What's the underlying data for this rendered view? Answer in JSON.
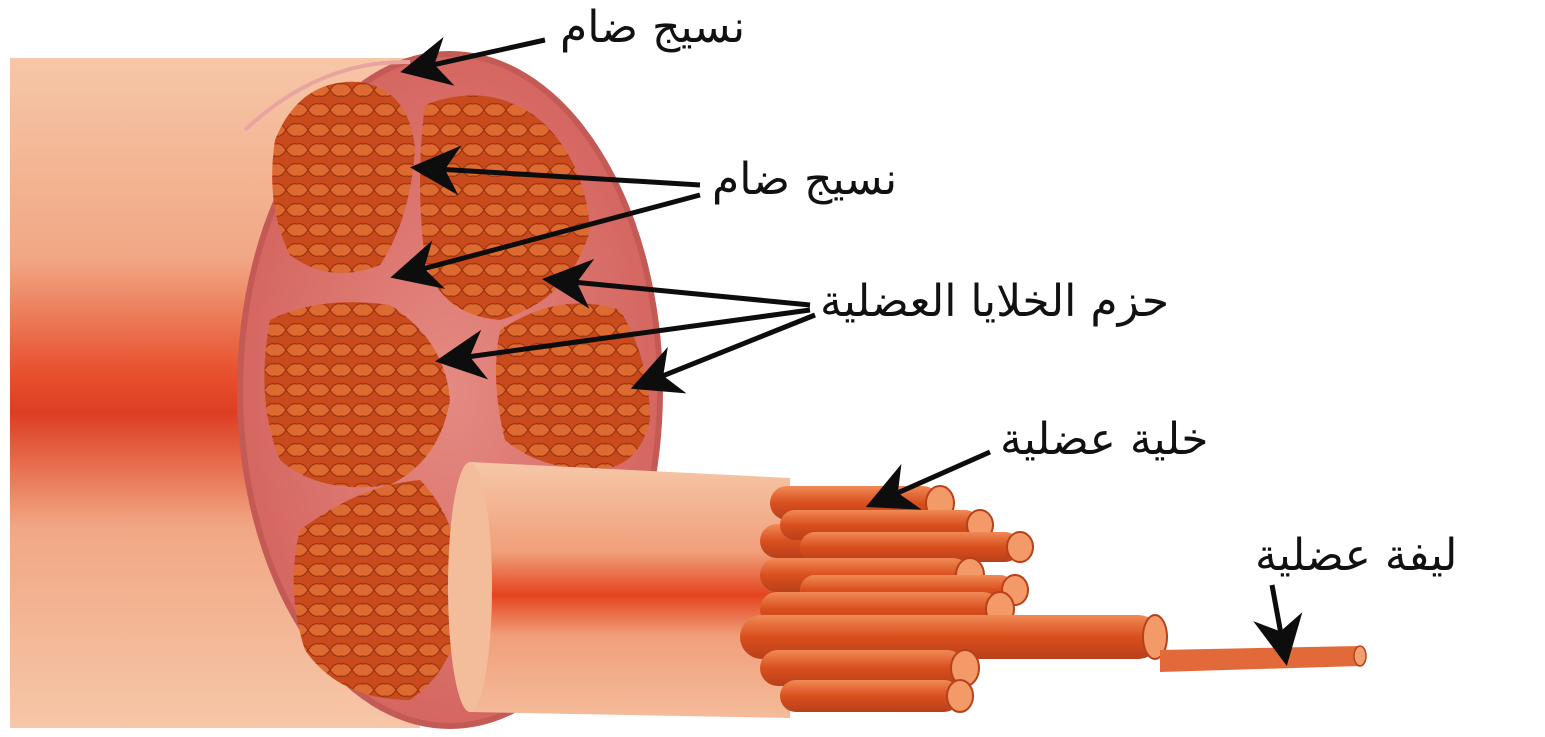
{
  "diagram": {
    "labels": {
      "outer_connective_tissue": "نسيج ضام",
      "inner_connective_tissue": "نسيج ضام",
      "muscle_bundles": "حزم الخلايا العضلية",
      "muscle_cell": "خلية عضلية",
      "myofibril": "ليفة عضلية"
    },
    "colors": {
      "outer_sheath": "#f2bfa0",
      "sheath_core": "#e84a2a",
      "section_face": "#d9706a",
      "bundle": "#c94a1c",
      "fiber": "#e2662f",
      "arrow": "#0d0d0d"
    }
  }
}
